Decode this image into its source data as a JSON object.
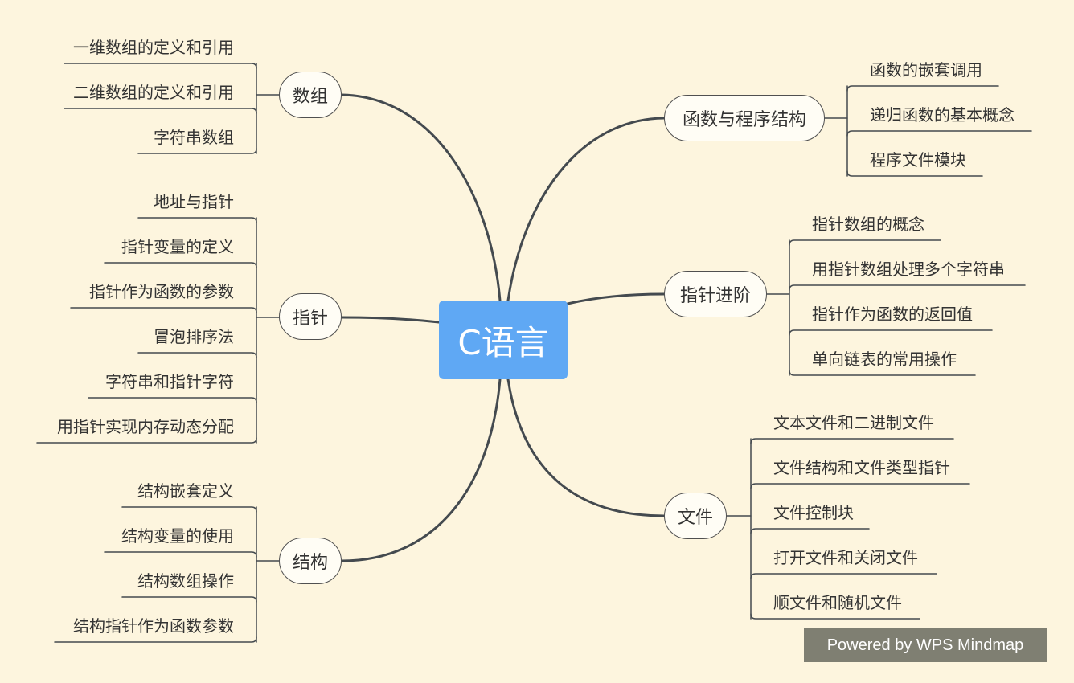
{
  "root": {
    "label": "C语言"
  },
  "branches": [
    {
      "label": "数组",
      "children": [
        "一维数组的定义和引用",
        "二维数组的定义和引用",
        "字符串数组"
      ]
    },
    {
      "label": "指针",
      "children": [
        "地址与指针",
        "指针变量的定义",
        "指针作为函数的参数",
        "冒泡排序法",
        "字符串和指针字符",
        "用指针实现内存动态分配"
      ]
    },
    {
      "label": "结构",
      "children": [
        "结构嵌套定义",
        "结构变量的使用",
        "结构数组操作",
        "结构指针作为函数参数"
      ]
    },
    {
      "label": "函数与程序结构",
      "children": [
        "函数的嵌套调用",
        "递归函数的基本概念",
        "程序文件模块"
      ]
    },
    {
      "label": "指针进阶",
      "children": [
        "指针数组的概念",
        "用指针数组处理多个字符串",
        "指针作为函数的返回值",
        "单向链表的常用操作"
      ]
    },
    {
      "label": "文件",
      "children": [
        "文本文件和二进制文件",
        "文件结构和文件类型指针",
        "文件控制块",
        "打开文件和关闭文件",
        "顺文件和随机文件"
      ]
    }
  ],
  "watermark": {
    "text": "Powered by WPS Mindmap"
  },
  "colors": {
    "background": "#fdf5de",
    "root_fill": "#5fa8f4",
    "line": "#444a4f",
    "text": "#333333",
    "watermark_fill": "#7f7f72"
  }
}
